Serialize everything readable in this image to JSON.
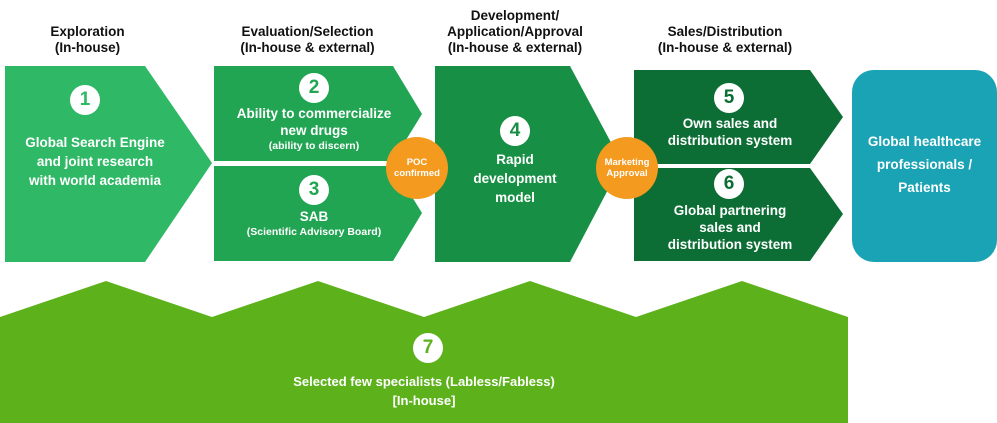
{
  "stages": [
    {
      "title_line1": "Exploration",
      "title_line2": "(In-house)"
    },
    {
      "title_line1": "Evaluation/Selection",
      "title_line2": "(In-house & external)"
    },
    {
      "title_line1": "Development/",
      "title_line2": "Application/Approval",
      "title_line3": "(In-house & external)"
    },
    {
      "title_line1": "Sales/Distribution",
      "title_line2": "(In-house & external)"
    }
  ],
  "steps": {
    "s1": {
      "num": "1",
      "lines": [
        "Global Search Engine",
        "and joint research",
        "with world academia"
      ]
    },
    "s2": {
      "num": "2",
      "lines": [
        "Ability to commercialize",
        "new drugs"
      ],
      "sub": "(ability to discern)"
    },
    "s3": {
      "num": "3",
      "lines": [
        "SAB"
      ],
      "sub": "(Scientific Advisory Board)"
    },
    "s4": {
      "num": "4",
      "lines": [
        "Rapid",
        "development",
        "model"
      ]
    },
    "s5": {
      "num": "5",
      "lines": [
        "Own sales and",
        "distribution system"
      ]
    },
    "s6": {
      "num": "6",
      "lines": [
        "Global partnering",
        "sales and",
        "distribution system"
      ]
    },
    "s7": {
      "num": "7",
      "line1": "Selected few specialists (Labless/Fabless)",
      "line2": "[In-house]"
    }
  },
  "badges": {
    "poc": [
      "POC",
      "confirmed"
    ],
    "marketing": [
      "Marketing",
      "Approval"
    ]
  },
  "target": {
    "lines": [
      "Global healthcare",
      "professionals /",
      "Patients"
    ]
  },
  "colors": {
    "step1": "#2fb866",
    "step2_3": "#22a553",
    "step4": "#178f44",
    "step5_6": "#0d6e35",
    "target": "#1aa3b5",
    "specialists": "#5db21c",
    "badge": "#f39a1f"
  }
}
